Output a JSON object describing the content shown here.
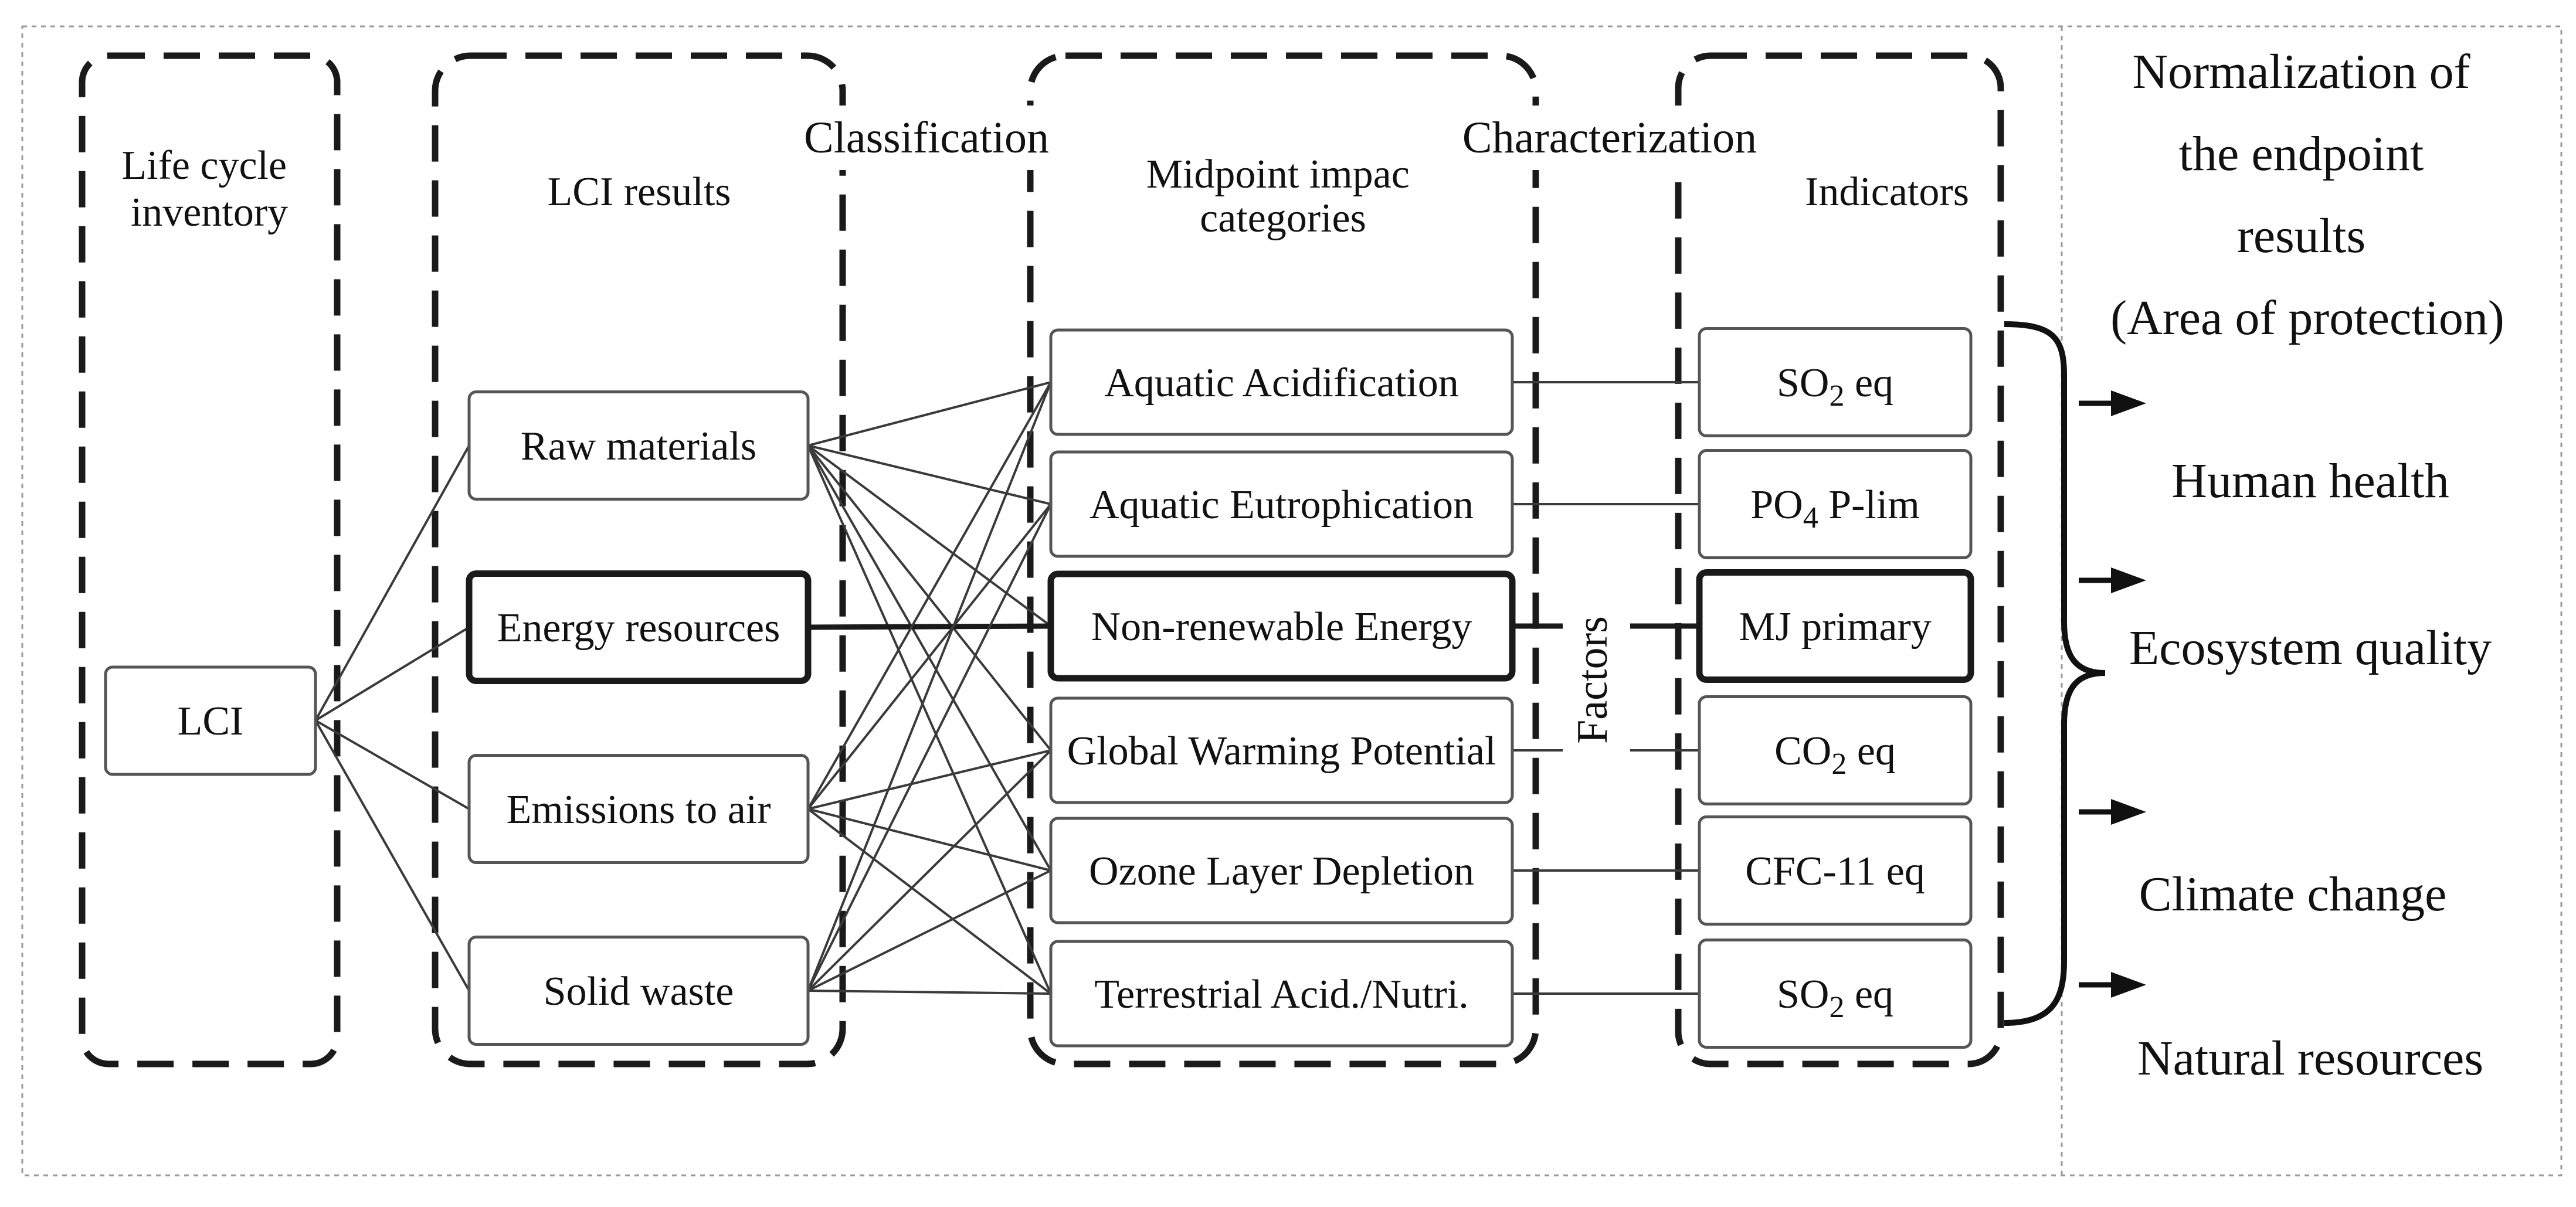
{
  "columns": {
    "lci_inventory_title": [
      "Life cycle",
      "inventory"
    ],
    "lci_results_title": "LCI results",
    "midpoint_title": [
      "Midpoint impac",
      "categories"
    ],
    "indicators_title": "Indicators"
  },
  "process_labels": {
    "classification": "Classification",
    "characterization": "Characterization",
    "factors": "Factors"
  },
  "lci": "LCI",
  "lci_results": [
    "Raw materials",
    "Energy resources",
    "Emissions to air",
    "Solid waste"
  ],
  "midpoints": [
    "Aquatic Acidification",
    "Aquatic Eutrophication",
    "Non-renewable Energy",
    "Global Warming Potential",
    "Ozone Layer Depletion",
    "Terrestrial Acid./Nutri."
  ],
  "indicators": [
    {
      "main": "SO",
      "sub": "2",
      "rest": " eq"
    },
    {
      "main": "PO",
      "sub": "4",
      "rest": " P-lim"
    },
    {
      "main": "MJ primary",
      "sub": "",
      "rest": ""
    },
    {
      "main": "CO",
      "sub": "2",
      "rest": " eq"
    },
    {
      "main": "CFC-11 eq",
      "sub": "",
      "rest": ""
    },
    {
      "main": "SO",
      "sub": "2",
      "rest": " eq"
    }
  ],
  "endpoint_header": [
    "Normalization of",
    "the endpoint",
    "results",
    "(Area of protection)"
  ],
  "endpoints": [
    "Human health",
    "Ecosystem quality",
    "Climate change",
    "Natural resources"
  ],
  "links": [
    [
      0,
      0
    ],
    [
      0,
      1
    ],
    [
      0,
      2
    ],
    [
      0,
      3
    ],
    [
      0,
      4
    ],
    [
      0,
      5
    ],
    [
      1,
      2
    ],
    [
      2,
      0
    ],
    [
      2,
      1
    ],
    [
      2,
      3
    ],
    [
      2,
      4
    ],
    [
      2,
      5
    ],
    [
      3,
      0
    ],
    [
      3,
      1
    ],
    [
      3,
      3
    ],
    [
      3,
      4
    ],
    [
      3,
      5
    ]
  ]
}
